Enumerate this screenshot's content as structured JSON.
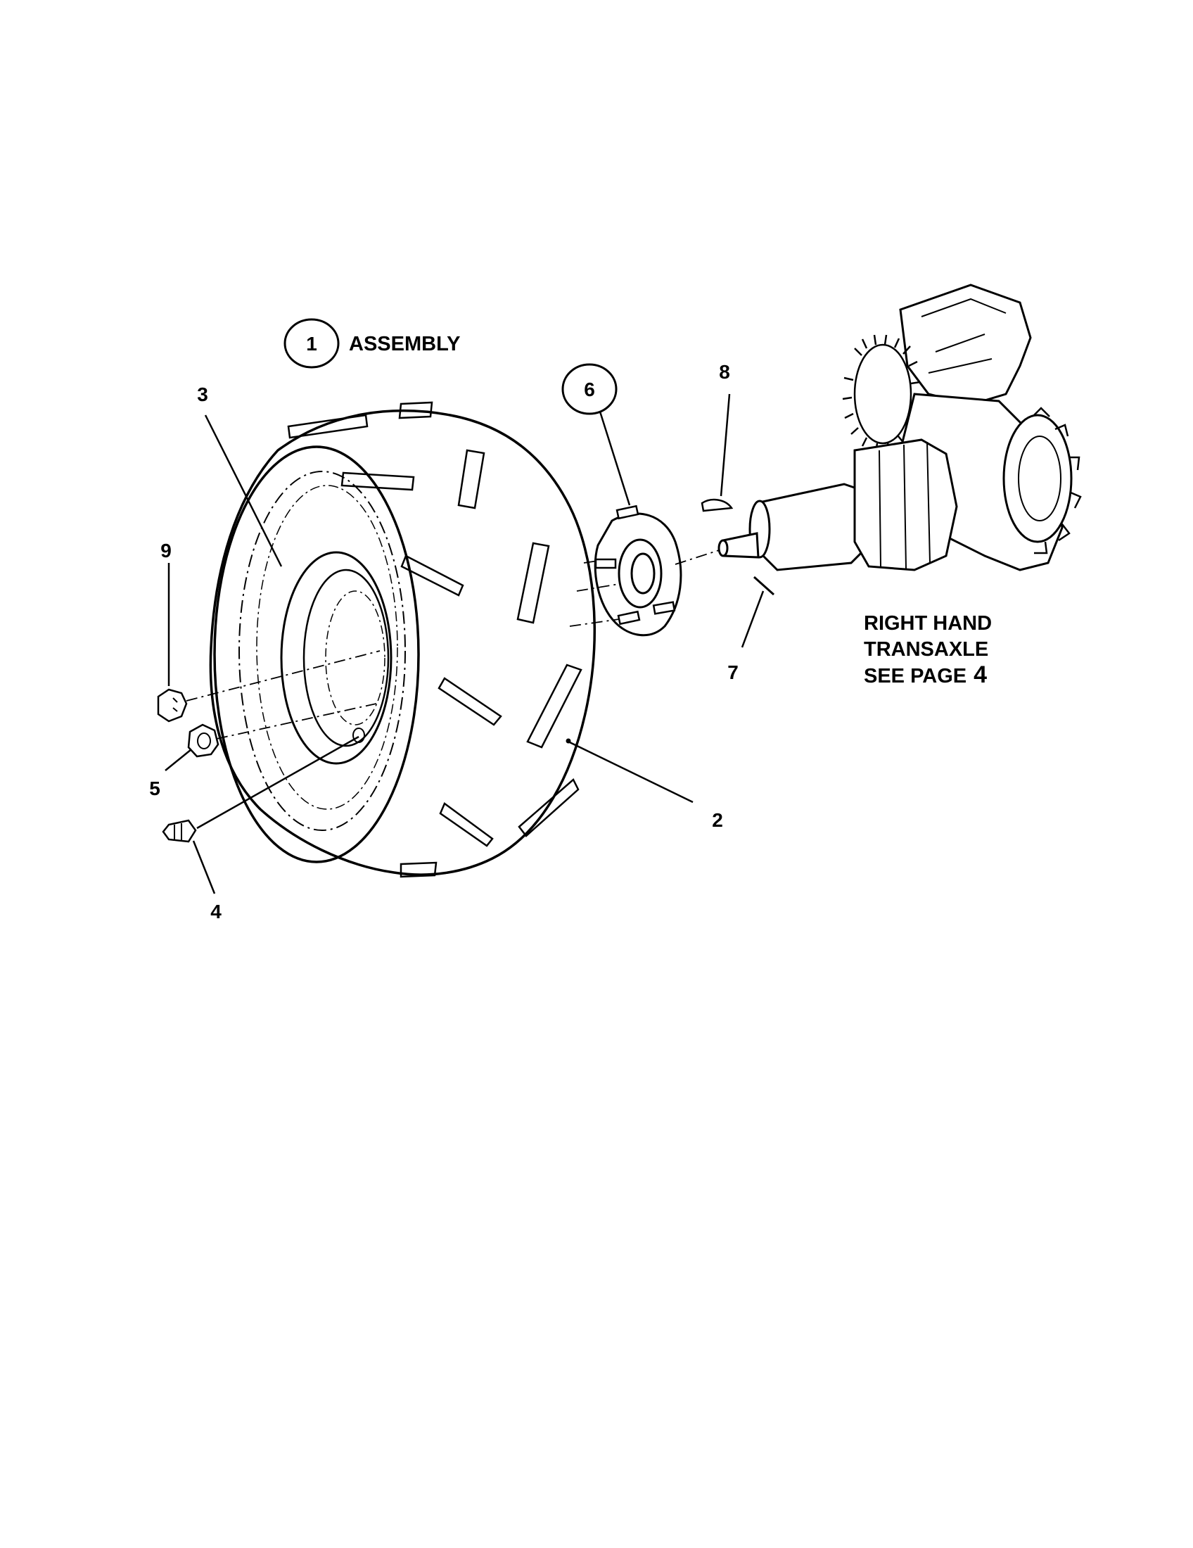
{
  "assembly": {
    "number": "1",
    "text": "ASSEMBLY"
  },
  "callouts": {
    "tire_wheel": "2",
    "rim": "3",
    "valve_stem": "4",
    "lug_nut": "5",
    "hub": "6",
    "cotter_pin": "7",
    "key": "8",
    "slotted_nut": "9"
  },
  "note": {
    "line1": "RIGHT HAND",
    "line2": "TRANSAXLE",
    "line3_text": "SEE PAGE",
    "line3_page": "4"
  },
  "colors": {
    "ink": "#000000",
    "paper": "#ffffff"
  }
}
